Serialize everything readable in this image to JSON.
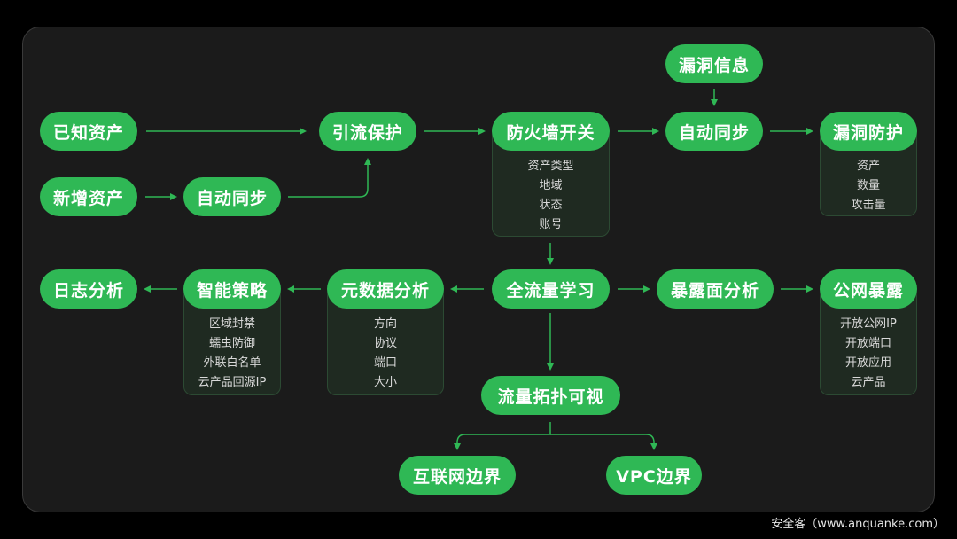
{
  "nodes": {
    "vuln_info": "漏洞信息",
    "known_assets": "已知资产",
    "traffic_protect": "引流保护",
    "firewall_switch": {
      "label": "防火墙开关",
      "items": [
        "资产类型",
        "地域",
        "状态",
        "账号"
      ]
    },
    "auto_sync_top": "自动同步",
    "vuln_protect": {
      "label": "漏洞防护",
      "items": [
        "资产",
        "数量",
        "攻击量"
      ]
    },
    "new_assets": "新增资产",
    "auto_sync_left": "自动同步",
    "log_analysis": "日志分析",
    "smart_policy": {
      "label": "智能策略",
      "items": [
        "区域封禁",
        "蠕虫防御",
        "外联白名单",
        "云产品回源IP"
      ]
    },
    "metadata_analysis": {
      "label": "元数据分析",
      "items": [
        "方向",
        "协议",
        "端口",
        "大小"
      ]
    },
    "full_traffic_learning": "全流量学习",
    "exposure_analysis": "暴露面分析",
    "public_exposure": {
      "label": "公网暴露",
      "items": [
        "开放公网IP",
        "开放端口",
        "开放应用",
        "云产品"
      ]
    },
    "traffic_topology": "流量拓扑可视",
    "internet_boundary": "互联网边界",
    "vpc_boundary": "VPC边界"
  },
  "colors": {
    "accent": "#2fb855",
    "card_bg": "#1f2a21",
    "panel_bg": "#1b1b1b"
  },
  "watermark": "安全客（www.anquanke.com）"
}
